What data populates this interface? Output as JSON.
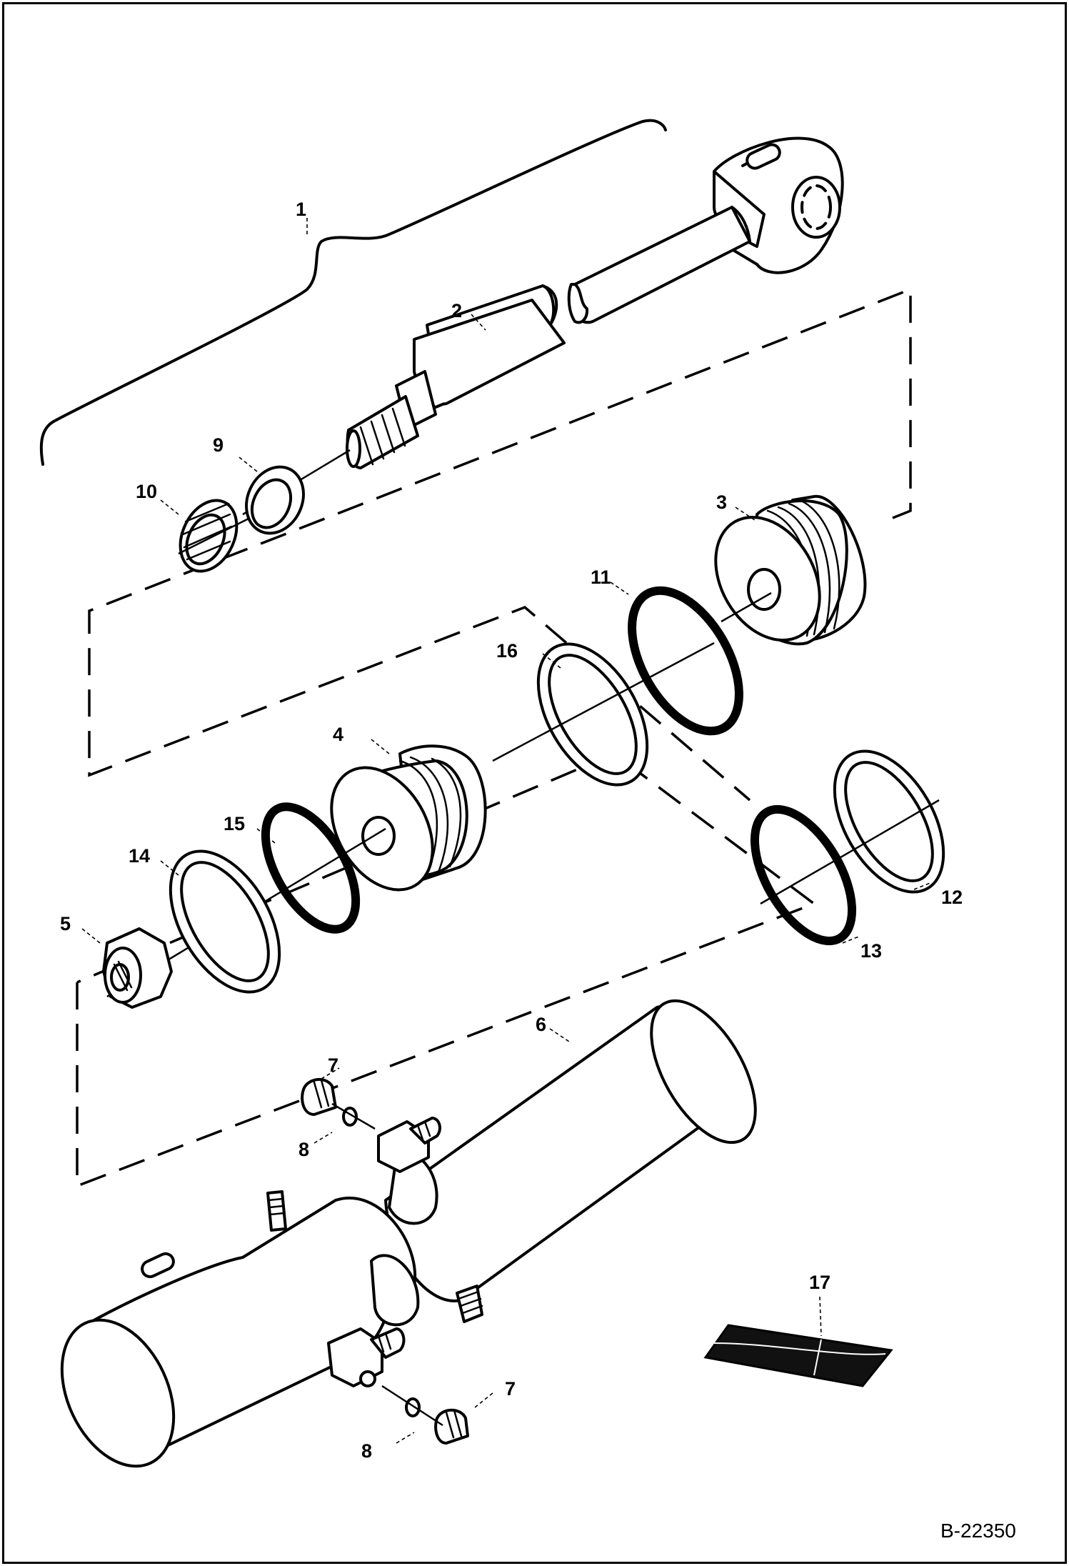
{
  "figure_code": "B-22350",
  "callouts": [
    {
      "id": "1",
      "text": "1"
    },
    {
      "id": "2",
      "text": "2"
    },
    {
      "id": "3",
      "text": "3"
    },
    {
      "id": "4",
      "text": "4"
    },
    {
      "id": "5",
      "text": "5"
    },
    {
      "id": "6",
      "text": "6"
    },
    {
      "id": "7a",
      "text": "7"
    },
    {
      "id": "7b",
      "text": "7"
    },
    {
      "id": "8a",
      "text": "8"
    },
    {
      "id": "8b",
      "text": "8"
    },
    {
      "id": "9",
      "text": "9"
    },
    {
      "id": "10",
      "text": "10"
    },
    {
      "id": "11",
      "text": "11"
    },
    {
      "id": "12",
      "text": "12"
    },
    {
      "id": "13",
      "text": "13"
    },
    {
      "id": "14",
      "text": "14"
    },
    {
      "id": "15",
      "text": "15"
    },
    {
      "id": "16",
      "text": "16"
    },
    {
      "id": "17",
      "text": "17"
    }
  ]
}
